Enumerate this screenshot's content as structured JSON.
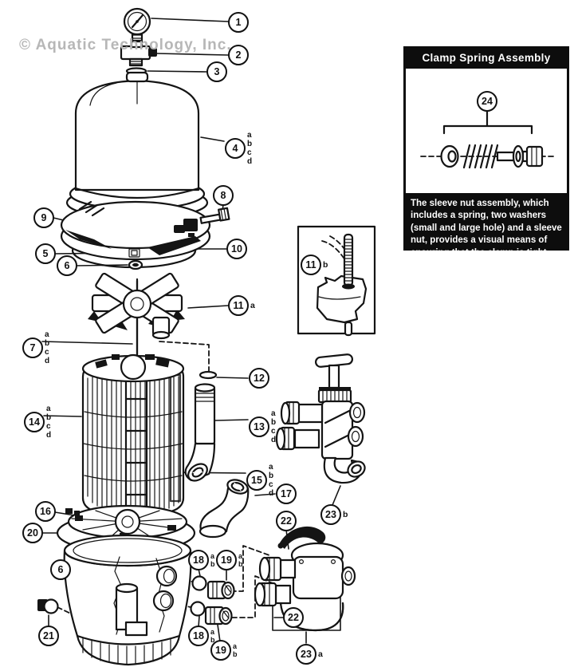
{
  "watermark": "© Aquatic Technology, Inc.",
  "panel": {
    "title": "Clamp Spring Assembly",
    "caption": "The sleeve nut assembly, which includes a spring, two washers (small and large hole) and a sleeve nut, provides a visual means of ensuring that the clamp is tight."
  },
  "callouts": [
    {
      "n": "1"
    },
    {
      "n": "2"
    },
    {
      "n": "3"
    },
    {
      "n": "4",
      "letters": [
        "a",
        "b",
        "c",
        "d"
      ]
    },
    {
      "n": "8"
    },
    {
      "n": "9"
    },
    {
      "n": "5"
    },
    {
      "n": "6"
    },
    {
      "n": "10"
    },
    {
      "n": "11",
      "suffix": "a"
    },
    {
      "n": "7",
      "letters": [
        "a",
        "b",
        "c",
        "d"
      ]
    },
    {
      "n": "11",
      "suffix": "b"
    },
    {
      "n": "12"
    },
    {
      "n": "13",
      "letters": [
        "a",
        "b",
        "c",
        "d"
      ]
    },
    {
      "n": "14",
      "letters": [
        "a",
        "b",
        "c",
        "d"
      ]
    },
    {
      "n": "15",
      "letters": [
        "a",
        "b",
        "c",
        "d"
      ]
    },
    {
      "n": "16"
    },
    {
      "n": "17"
    },
    {
      "n": "20"
    },
    {
      "n": "6"
    },
    {
      "n": "18",
      "letters": [
        "a",
        "b"
      ]
    },
    {
      "n": "19",
      "letters": [
        "a",
        "b"
      ]
    },
    {
      "n": "21"
    },
    {
      "n": "18",
      "letters": [
        "a",
        "b"
      ]
    },
    {
      "n": "19",
      "letters": [
        "a",
        "b"
      ]
    },
    {
      "n": "22"
    },
    {
      "n": "22"
    },
    {
      "n": "23",
      "suffix": "a"
    },
    {
      "n": "23",
      "suffix": "b"
    },
    {
      "n": "24"
    }
  ]
}
